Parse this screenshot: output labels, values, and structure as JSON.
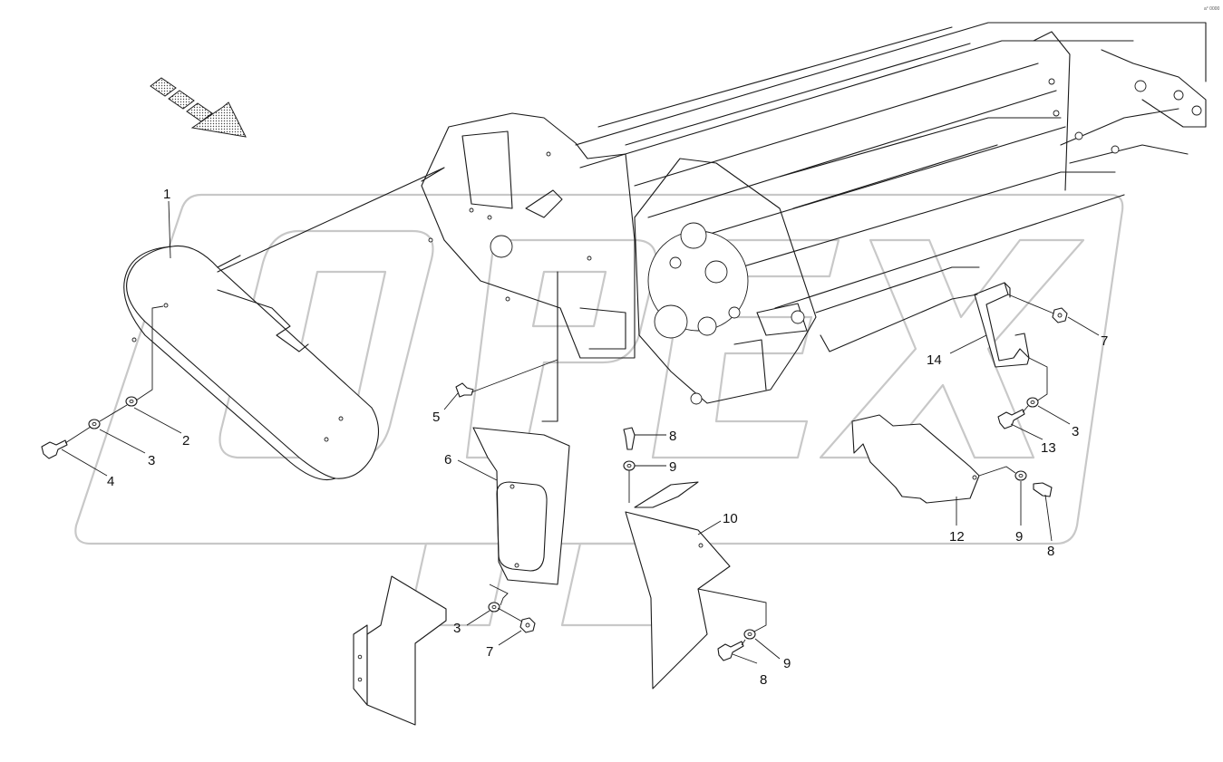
{
  "watermark": {
    "text": "OPEX"
  },
  "corner_mark": "a° 0000",
  "callouts": [
    {
      "id": "c1",
      "label": "1"
    },
    {
      "id": "c2",
      "label": "2"
    },
    {
      "id": "c3a",
      "label": "3"
    },
    {
      "id": "c4",
      "label": "4"
    },
    {
      "id": "c5",
      "label": "5"
    },
    {
      "id": "c6",
      "label": "6"
    },
    {
      "id": "c3b",
      "label": "3"
    },
    {
      "id": "c7a",
      "label": "7"
    },
    {
      "id": "c8a",
      "label": "8"
    },
    {
      "id": "c9a",
      "label": "9"
    },
    {
      "id": "c10",
      "label": "10"
    },
    {
      "id": "c9b",
      "label": "9"
    },
    {
      "id": "c8b",
      "label": "8"
    },
    {
      "id": "c12",
      "label": "12"
    },
    {
      "id": "c9c",
      "label": "9"
    },
    {
      "id": "c8c",
      "label": "8"
    },
    {
      "id": "c13",
      "label": "13"
    },
    {
      "id": "c3c",
      "label": "3"
    },
    {
      "id": "c14",
      "label": "14"
    },
    {
      "id": "c7b",
      "label": "7"
    }
  ]
}
